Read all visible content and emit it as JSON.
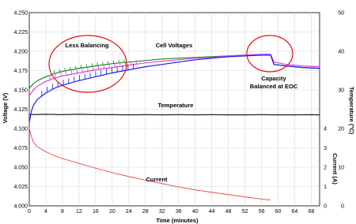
{
  "chart_data": {
    "type": "line",
    "xlabel": "Time (minutes)",
    "ylabel_left": "Voltage (V)",
    "ylabel_right_outer": "Temperature (°C)",
    "ylabel_right_inner": "Current (A)",
    "xlim": [
      0,
      70
    ],
    "ylim_left": [
      4.0,
      4.25
    ],
    "ylim_right_temp": [
      0,
      50
    ],
    "ylim_right_current": [
      0,
      5
    ],
    "x_ticks": [
      "0",
      "4",
      "8",
      "12",
      "16",
      "20",
      "24",
      "28",
      "32",
      "36",
      "40",
      "44",
      "48",
      "52",
      "56",
      "60",
      "64",
      "68"
    ],
    "y_left_ticks": [
      "4.000",
      "4.025",
      "4.050",
      "4.075",
      "4.100",
      "4.125",
      "4.150",
      "4.175",
      "4.200",
      "4.225",
      "4.250"
    ],
    "y_temp_ticks": [
      "0",
      "10",
      "20",
      "30",
      "40",
      "50"
    ],
    "y_current_ticks": [
      "0",
      "1",
      "2",
      "3",
      "4"
    ],
    "grid": true,
    "annotations": [
      "Less Balancing",
      "Cell Voltages",
      "Capacity",
      "Balanced at EOC",
      "Temperature",
      "Current"
    ],
    "colors": {
      "green": "#1a8a1a",
      "magenta": "#e040e0",
      "blue": "#1a1aee",
      "black": "#222222",
      "current": "#e83030",
      "circle": "#e01010"
    },
    "series": [
      {
        "name": "",
        "axis": "voltage",
        "color": "green",
        "x": [
          0,
          1,
          2,
          4,
          6,
          8,
          12,
          16,
          20,
          24,
          28,
          32,
          36,
          40,
          44,
          48,
          52,
          56,
          58.2,
          59,
          62,
          66,
          70
        ],
        "values": [
          4.152,
          4.158,
          4.162,
          4.167,
          4.171,
          4.174,
          4.178,
          4.181,
          4.184,
          4.186,
          4.188,
          4.19,
          4.191,
          4.192,
          4.193,
          4.194,
          4.195,
          4.1955,
          4.1955,
          4.183,
          4.181,
          4.179,
          4.178
        ]
      },
      {
        "name": "",
        "axis": "voltage",
        "color": "magenta",
        "x": [
          0,
          1,
          2,
          4,
          6,
          8,
          12,
          16,
          20,
          24,
          28,
          32,
          36,
          40,
          44,
          48,
          52,
          56,
          58.2,
          59,
          62,
          66,
          70
        ],
        "values": [
          4.142,
          4.15,
          4.155,
          4.161,
          4.165,
          4.168,
          4.172,
          4.176,
          4.179,
          4.182,
          4.185,
          4.187,
          4.189,
          4.191,
          4.192,
          4.194,
          4.195,
          4.196,
          4.196,
          4.186,
          4.183,
          4.181,
          4.18
        ]
      },
      {
        "name": "",
        "axis": "voltage",
        "color": "blue",
        "x": [
          0,
          0.5,
          1,
          2,
          4,
          6,
          8,
          12,
          16,
          20,
          24,
          28,
          32,
          36,
          40,
          44,
          48,
          52,
          56,
          58.2,
          59,
          62,
          66,
          70
        ],
        "values": [
          4.108,
          4.122,
          4.13,
          4.138,
          4.146,
          4.152,
          4.156,
          4.162,
          4.167,
          4.172,
          4.176,
          4.18,
          4.183,
          4.186,
          4.189,
          4.191,
          4.193,
          4.194,
          4.195,
          4.195,
          4.183,
          4.181,
          4.179,
          4.178
        ]
      },
      {
        "name": "",
        "axis": "voltage",
        "color": "black",
        "x": [
          0,
          4,
          8,
          12,
          16,
          20,
          24,
          28,
          32,
          36,
          40,
          44,
          48,
          52,
          56,
          60,
          64,
          68,
          70
        ],
        "values": [
          4.118,
          4.1185,
          4.118,
          4.1185,
          4.118,
          4.118,
          4.1178,
          4.118,
          4.1178,
          4.118,
          4.1178,
          4.118,
          4.1178,
          4.1178,
          4.118,
          4.1178,
          4.1178,
          4.118,
          4.1178
        ]
      },
      {
        "name": "",
        "axis": "current",
        "color": "current",
        "x": [
          0,
          0.5,
          1,
          2,
          4,
          6,
          8,
          12,
          16,
          20,
          24,
          28,
          32,
          36,
          40,
          44,
          48,
          52,
          56,
          58.2
        ],
        "values": [
          4.0,
          3.6,
          3.3,
          3.05,
          2.8,
          2.6,
          2.45,
          2.2,
          1.95,
          1.72,
          1.52,
          1.33,
          1.15,
          0.98,
          0.83,
          0.7,
          0.58,
          0.46,
          0.35,
          0.3
        ]
      }
    ]
  }
}
